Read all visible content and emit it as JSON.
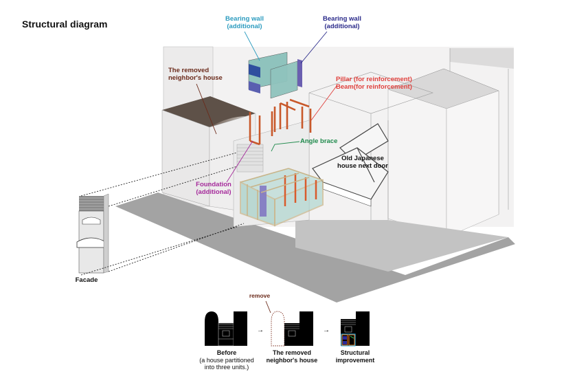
{
  "title": "Structural diagram",
  "colors": {
    "bearing_wall_cyan": "#2b9bbf",
    "bearing_wall_navy": "#2a2a8a",
    "removed_house": "#6b2a1a",
    "pillar_beam": "#e0413d",
    "angle_brace": "#1f8a4c",
    "foundation": "#a52a9b",
    "pillar_fill": "#c8582a",
    "wall_panel": "#8fc3bd",
    "wall_panel_dark": "#3d4fa0",
    "ground": "#a3a3a3",
    "roof": "#5e5148"
  },
  "labels": {
    "bearing_wall_1": {
      "line1": "Bearing wall",
      "line2": "(additional)"
    },
    "bearing_wall_2": {
      "line1": "Bearing wall",
      "line2": "(additional)"
    },
    "removed_house": {
      "line1": "The removed",
      "line2": "neighbor's house"
    },
    "pillar": "Pillar (for reinforcement)",
    "beam": "Beam(for reinforcement)",
    "angle_brace": "Angle brace",
    "foundation": {
      "line1": "Foundation",
      "line2": "(additional)"
    },
    "old_house": {
      "line1": "Old Japanese",
      "line2": "house next door"
    },
    "facade": "Facade",
    "remove": "remove"
  },
  "steps": [
    {
      "title": "Before",
      "sub1": "(a house partitioned",
      "sub2": "into three units.)"
    },
    {
      "title": "The removed",
      "sub1": "neighbor's house",
      "sub2": ""
    },
    {
      "title": "Structural",
      "sub1": "improvement",
      "sub2": ""
    }
  ],
  "arrows": [
    "→",
    "→"
  ]
}
